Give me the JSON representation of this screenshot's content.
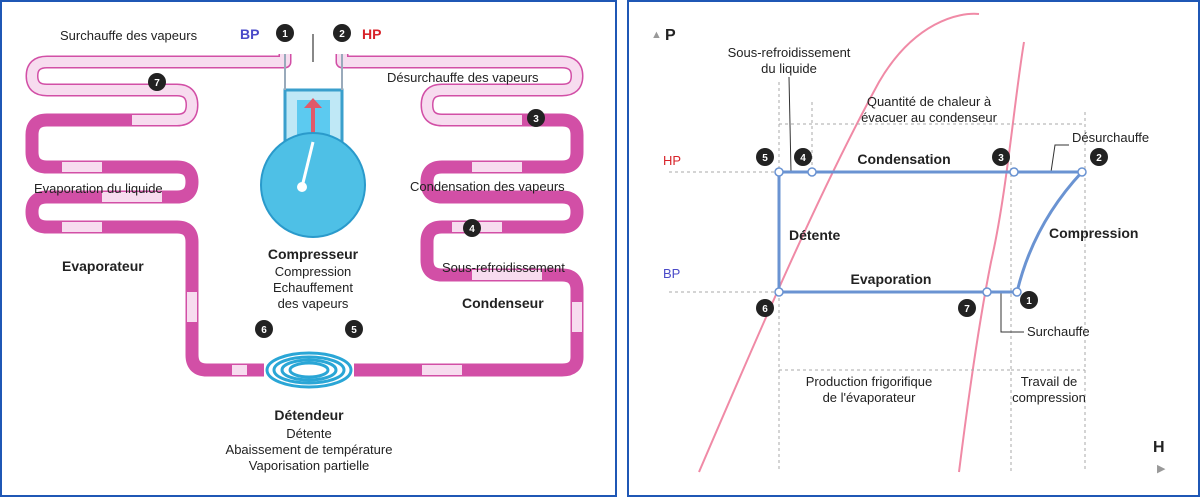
{
  "left": {
    "superheat_vapors": "Surchauffe des vapeurs",
    "bp": "BP",
    "hp": "HP",
    "desuperheat_vapors": "Désurchauffe des vapeurs",
    "evap_liquid": "Evaporation du liquide",
    "evaporator": "Evaporateur",
    "cond_vapors": "Condensation des vapeurs",
    "subcooling": "Sous-refroidissement",
    "condenser": "Condenseur",
    "compressor": {
      "title": "Compresseur",
      "l1": "Compression",
      "l2": "Echauffement",
      "l3": "des vapeurs"
    },
    "expansion": {
      "title": "Détendeur",
      "l1": "Détente",
      "l2": "Abaissement de température",
      "l3": "Vaporisation partielle"
    },
    "markers": {
      "m1": "1",
      "m2": "2",
      "m3": "3",
      "m4": "4",
      "m5": "5",
      "m6": "6",
      "m7": "7"
    }
  },
  "right": {
    "p_axis": "P",
    "h_axis": "H",
    "hp": "HP",
    "bp": "BP",
    "subcool_l1": "Sous-refroidissement",
    "subcool_l2": "du liquide",
    "heat_l1": "Quantité de chaleur à",
    "heat_l2": "évacuer au condenseur",
    "desurchauffe": "Désurchauffe",
    "condensation": "Condensation",
    "detente": "Détente",
    "compression": "Compression",
    "evaporation": "Evaporation",
    "surchauffe": "Surchauffe",
    "prod_l1": "Production frigorifique",
    "prod_l2": "de l'évaporateur",
    "work_l1": "Travail de",
    "work_l2": "compression",
    "markers": {
      "m1": "1",
      "m2": "2",
      "m3": "3",
      "m4": "4",
      "m5": "5",
      "m6": "6",
      "m7": "7"
    }
  },
  "colors": {
    "pipe_dark": "#d24fa6",
    "pipe_light": "#f7dcef",
    "cycle": "#6a93d2",
    "curve": "#f08aa6",
    "bp": "#4a4ac8",
    "hp": "#d8232a",
    "piston": "#e05a6a",
    "compressor": "#4ec0e6"
  }
}
